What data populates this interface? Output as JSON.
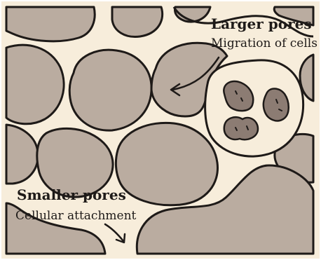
{
  "colors": {
    "background": "#f7eddb",
    "material": "#baaca0",
    "outline": "#1e1a18",
    "cell": "#8c7c73"
  },
  "labels": {
    "larger_title": "Larger pores",
    "larger_sub": "Migration of cells",
    "smaller_title": "Smaller pores",
    "smaller_sub": "Cellular attachment"
  }
}
